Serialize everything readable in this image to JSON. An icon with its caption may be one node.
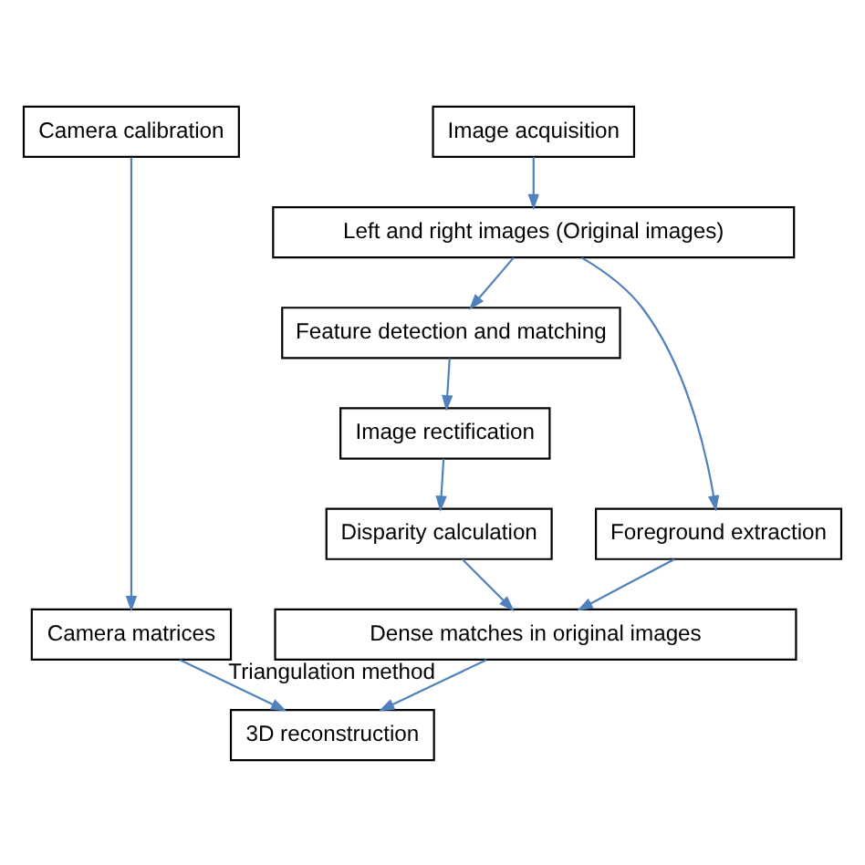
{
  "diagram": {
    "nodes": [
      {
        "text": [
          "Camera calibration"
        ]
      },
      {
        "text": [
          "Image acquisition"
        ]
      },
      {
        "text": [
          "Left and right images (Original images)"
        ]
      },
      {
        "text": [
          "Feature detection and matching"
        ]
      },
      {
        "text": [
          "Image rectification"
        ]
      },
      {
        "text": [
          "Foreground extraction"
        ]
      },
      {
        "text": [
          "Disparity calculation"
        ]
      },
      {
        "text": [
          "Camera matrices"
        ]
      },
      {
        "text": [
          "Dense matches in original images"
        ]
      },
      {
        "text": [
          "3D reconstruction"
        ]
      }
    ],
    "edges": [
      {
        "from": 0,
        "to": 7,
        "arrow": "to"
      },
      {
        "from": 1,
        "to": 2,
        "arrow": "to"
      },
      {
        "from": 2,
        "to": 5,
        "arrow": "to"
      },
      {
        "from": 2,
        "to": 3,
        "arrow": "to"
      },
      {
        "from": 3,
        "to": 4,
        "arrow": "to"
      },
      {
        "from": 4,
        "to": 6,
        "arrow": "to"
      },
      {
        "from": 5,
        "to": 8,
        "arrow": "to"
      },
      {
        "from": 6,
        "to": 8,
        "arrow": "to"
      },
      {
        "from": 7,
        "to": 9,
        "arrow": "to"
      },
      {
        "from": 8,
        "to": 9,
        "arrow": "to",
        "label": "Triangulation method"
      }
    ]
  }
}
